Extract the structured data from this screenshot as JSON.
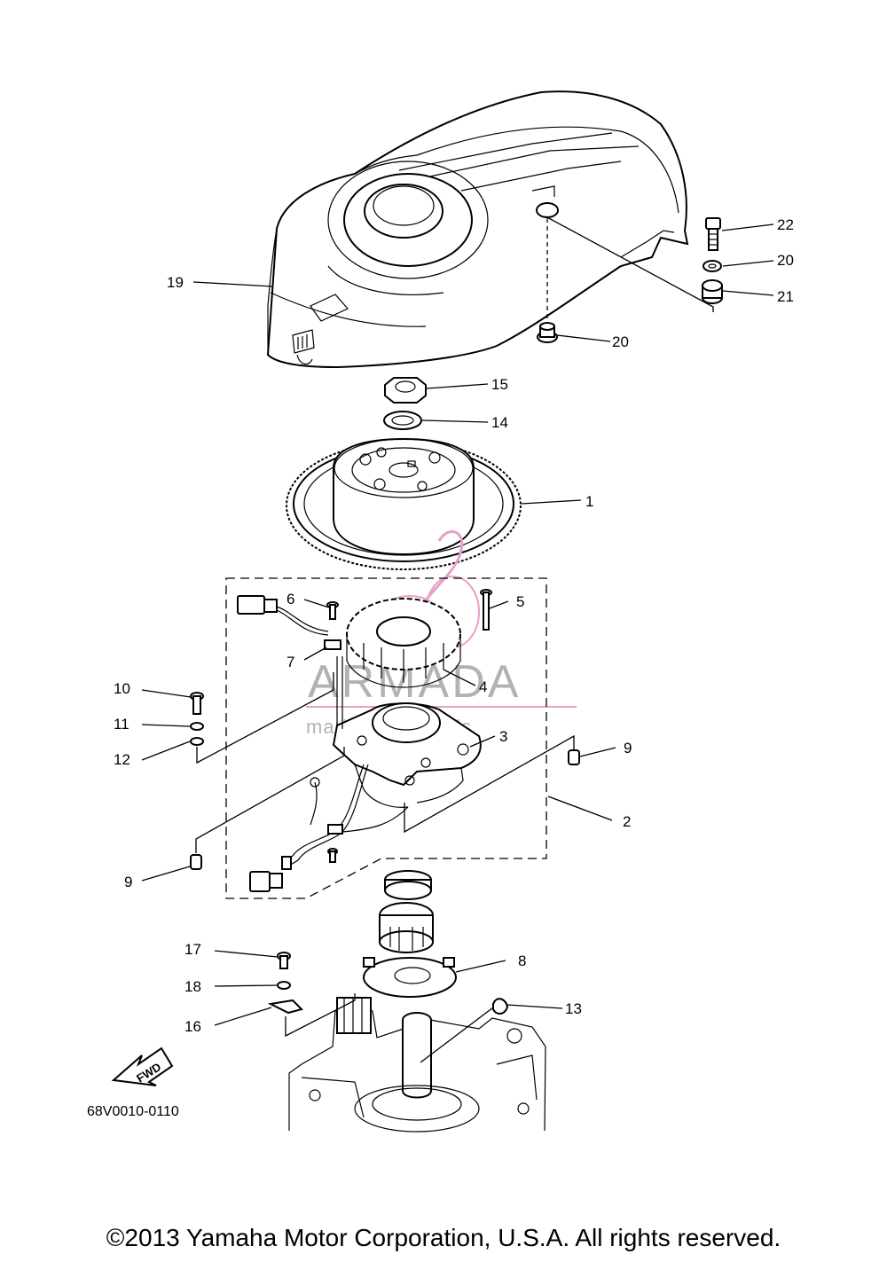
{
  "callouts": [
    {
      "id": "19",
      "label": "19"
    },
    {
      "id": "22",
      "label": "22"
    },
    {
      "id": "20a",
      "label": "20"
    },
    {
      "id": "21",
      "label": "21"
    },
    {
      "id": "20b",
      "label": "20"
    },
    {
      "id": "15",
      "label": "15"
    },
    {
      "id": "14",
      "label": "14"
    },
    {
      "id": "1",
      "label": "1"
    },
    {
      "id": "6",
      "label": "6"
    },
    {
      "id": "5",
      "label": "5"
    },
    {
      "id": "7",
      "label": "7"
    },
    {
      "id": "4",
      "label": "4"
    },
    {
      "id": "10",
      "label": "10"
    },
    {
      "id": "11",
      "label": "11"
    },
    {
      "id": "3",
      "label": "3"
    },
    {
      "id": "12",
      "label": "12"
    },
    {
      "id": "9a",
      "label": "9"
    },
    {
      "id": "2",
      "label": "2"
    },
    {
      "id": "9b",
      "label": "9"
    },
    {
      "id": "8",
      "label": "8"
    },
    {
      "id": "17",
      "label": "17"
    },
    {
      "id": "18",
      "label": "18"
    },
    {
      "id": "13",
      "label": "13"
    },
    {
      "id": "16",
      "label": "16"
    }
  ],
  "fwd_label": "FWD",
  "diagram_code": "68V0010-0110",
  "watermark": {
    "main": "ARMADA",
    "sub": "marine outboards",
    "logo_color": "#e8a0c8"
  },
  "copyright": "©2013 Yamaha Motor Corporation, U.S.A. All rights reserved."
}
